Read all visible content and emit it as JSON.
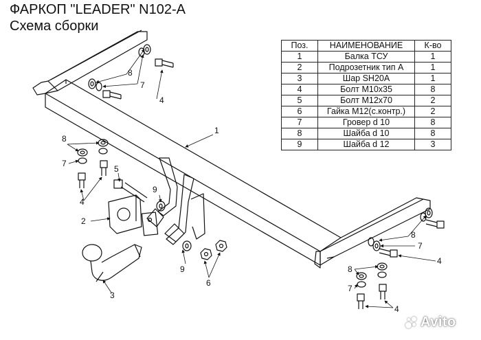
{
  "header": {
    "title": "ФАРКОП \"LEADER\" N102-A",
    "subtitle": "Схема сборки"
  },
  "parts_table": {
    "columns": [
      "Поз.",
      "НАИМЕНОВАНИЕ",
      "К-во"
    ],
    "rows": [
      [
        "1",
        "Балка ТСУ",
        "1"
      ],
      [
        "2",
        "Подрозетник тип А",
        "1"
      ],
      [
        "3",
        "Шар SH20A",
        "1"
      ],
      [
        "4",
        "Болт М10х35",
        "8"
      ],
      [
        "5",
        "Болт М12х70",
        "2"
      ],
      [
        "6",
        "Гайка М12(с.контр.)",
        "2"
      ],
      [
        "7",
        "Гровер d 10",
        "8"
      ],
      [
        "8",
        "Шайба d 10",
        "8"
      ],
      [
        "9",
        "Шайба d 12",
        "3"
      ]
    ]
  },
  "callouts": {
    "c1": "1",
    "c2": "2",
    "c3": "3",
    "c4a": "4",
    "c4b": "4",
    "c4c": "4",
    "c4d": "4",
    "c5": "5",
    "c6": "6",
    "c7a": "7",
    "c7b": "7",
    "c7c": "7",
    "c7d": "7",
    "c8a": "8",
    "c8b": "8",
    "c8c": "8",
    "c8d": "8",
    "c9a": "9",
    "c9b": "9"
  },
  "watermark": {
    "text": "Avito"
  }
}
